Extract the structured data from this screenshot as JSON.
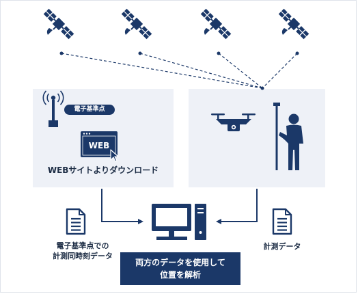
{
  "colors": {
    "navy": "#1b3868",
    "panel": "#eef1f7",
    "connector": "#1b3868"
  },
  "satellites": [
    {
      "icon": "satellite-icon"
    },
    {
      "icon": "satellite-icon"
    },
    {
      "icon": "satellite-icon"
    },
    {
      "icon": "satellite-icon"
    }
  ],
  "left_panel": {
    "badge": "電子基準点",
    "web_label": "WEB",
    "caption": "WEBサイトよりダウンロード",
    "icons": [
      "reference-station-icon",
      "browser-window-icon",
      "cursor-icon"
    ]
  },
  "right_panel": {
    "icons": [
      "drone-icon",
      "survey-person-icon",
      "survey-pole-icon"
    ]
  },
  "left_document": {
    "icon": "document-icon",
    "label_line1": "電子基準点での",
    "label_line2": "計測同時刻データ"
  },
  "right_document": {
    "icon": "document-icon",
    "label": "計測データ"
  },
  "computer": {
    "icon": "desktop-computer-icon"
  },
  "result": {
    "line1": "両方のデータを使用して",
    "line2": "位置を解析"
  }
}
